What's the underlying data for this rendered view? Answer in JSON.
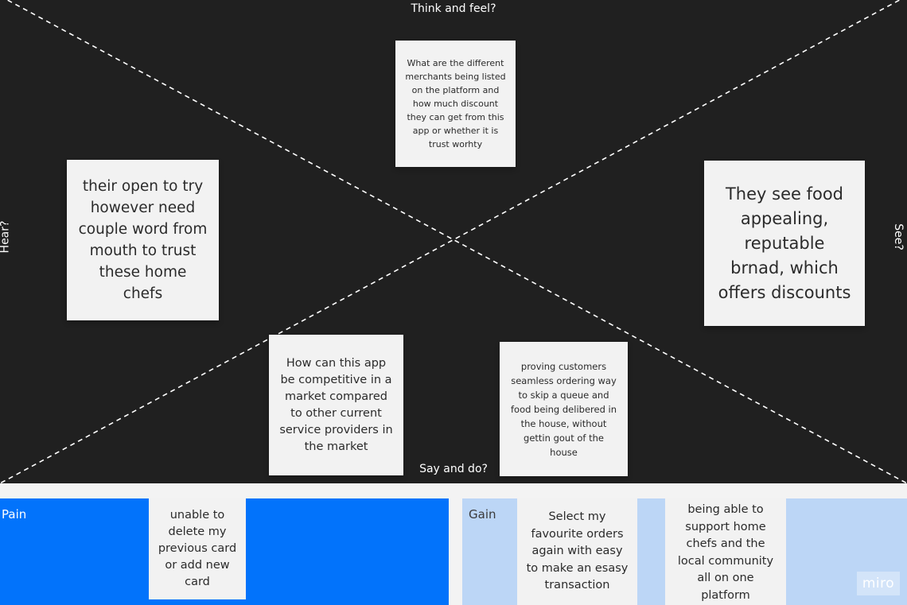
{
  "board": {
    "labels": {
      "think_feel": "Think and feel?",
      "hear": "Hear?",
      "see": "See?",
      "say_do": "Say and do?"
    },
    "stickies": {
      "think": "What are the different merchants being listed on the platform and how much discount they can get from this app or whether it is trust worhty",
      "hear": "their open to try however need couple word from mouth to trust these home chefs",
      "see": "They see food appealing, reputable brnad, which offers discounts",
      "say_1": "How can this app be competitive in a market compared to other current service providers in the market",
      "say_2": "proving customers seamless ordering way to skip a queue and food being delibered in the house, without gettin gout of the house"
    }
  },
  "pain": {
    "label": "Pain",
    "stickies": [
      "unable to delete my previous card or add new card"
    ]
  },
  "gain": {
    "label": "Gain",
    "stickies": [
      "Select my favourite orders again with easy to make an esasy transaction",
      "being able to support home chefs and the local community all on one platform"
    ]
  },
  "watermark": "miro",
  "colors": {
    "board_bg": "#202020",
    "pain_bg": "#0273fb",
    "gain_bg": "#bcd6f6",
    "sticky_bg": "#f2f2f2"
  }
}
